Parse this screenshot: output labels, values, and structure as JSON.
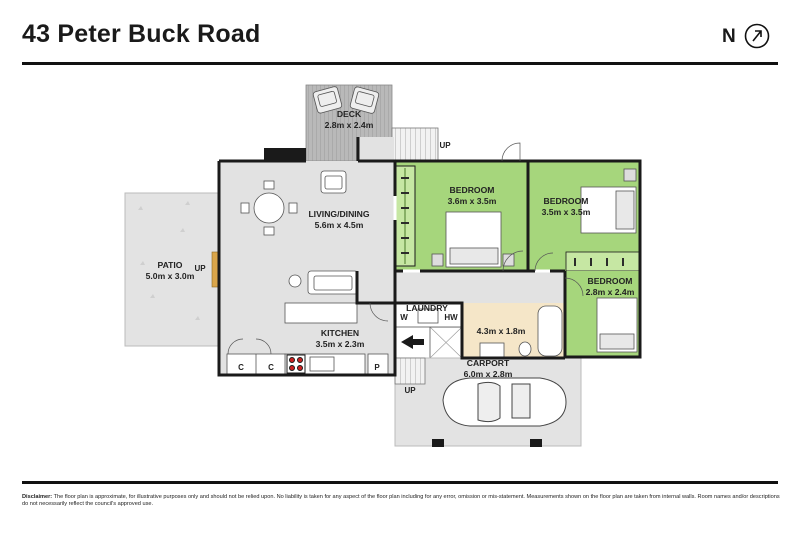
{
  "header": {
    "address": "43 Peter Buck Road",
    "north_label": "N",
    "north_icon": "north-arrow-icon"
  },
  "rooms": {
    "deck": {
      "name": "DECK",
      "dims": "2.8m x 2.4m"
    },
    "bedroom1": {
      "name": "BEDROOM",
      "dims": "3.6m x 3.5m"
    },
    "bedroom2": {
      "name": "BEDROOM",
      "dims": "3.5m x 3.5m"
    },
    "bedroom3": {
      "name": "BEDROOM",
      "dims": "2.8m x 2.4m"
    },
    "living": {
      "name": "LIVING/DINING",
      "dims": "5.6m x 4.5m"
    },
    "patio": {
      "name": "PATIO",
      "dims": "5.0m x 3.0m"
    },
    "kitchen": {
      "name": "KITCHEN",
      "dims": "3.5m x 2.3m"
    },
    "laundry": {
      "name": "LAUNDRY"
    },
    "bathroom": {
      "dims": "4.3m x 1.8m"
    },
    "carport": {
      "name": "CARPORT",
      "dims": "6.0m x 2.8m"
    }
  },
  "markers": {
    "up": "UP",
    "cupboard": "C",
    "pantry": "P",
    "washer": "W",
    "hot_water": "HW"
  },
  "colors": {
    "bedroom_fill": "#a6d67c",
    "bathroom_fill": "#f5e6c8",
    "floor_fill": "#e2e2e2",
    "wall": "#1a1a1a"
  },
  "disclaimer": {
    "label": "Disclaimer:",
    "text": "The floor plan is approximate, for illustrative purposes only and should not be relied upon. No liability is taken for any aspect of the floor plan including for any error, omission or mis-statement. Measurements shown on the floor plan are taken from internal walls. Room names and/or descriptions do not necessarily reflect the council's approved use."
  }
}
